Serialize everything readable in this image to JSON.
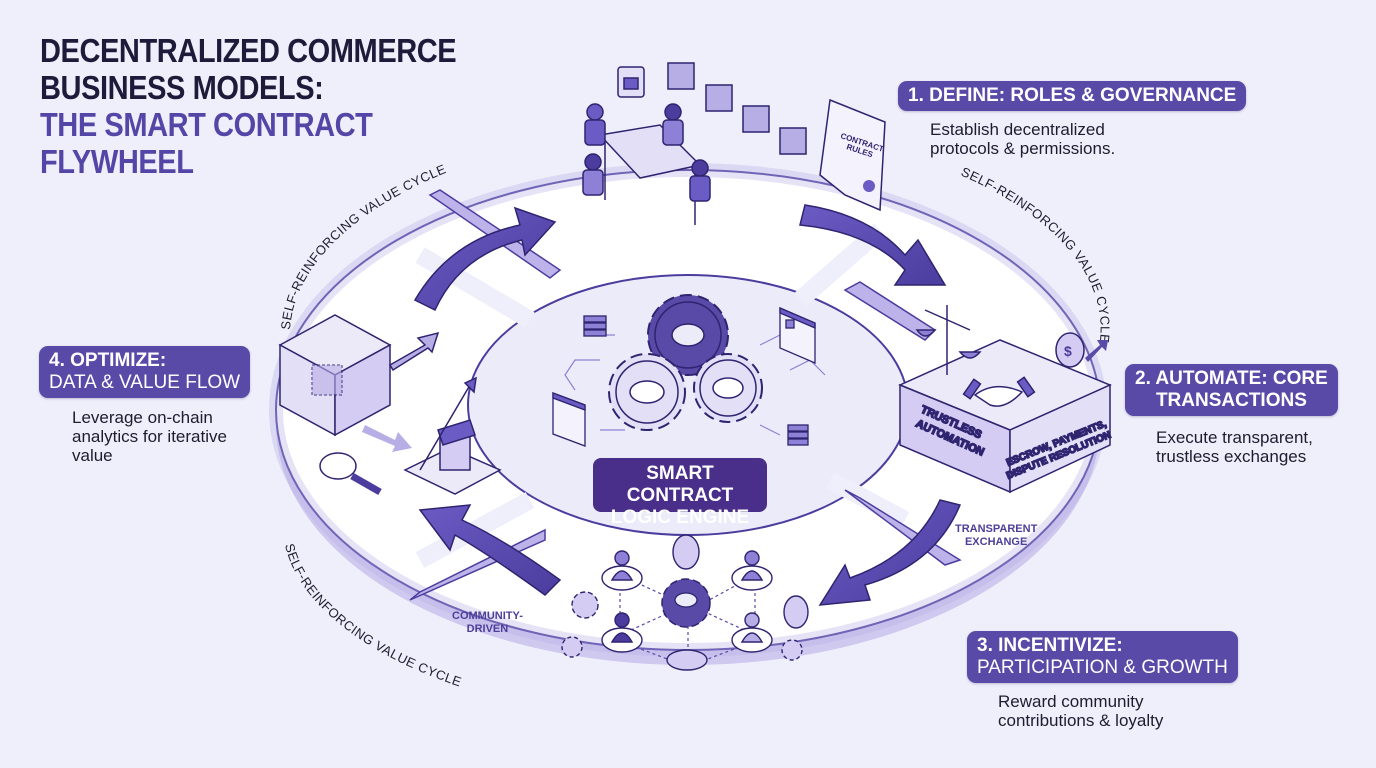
{
  "title": {
    "line1": "DECENTRALIZED COMMERCE",
    "line2": "BUSINESS MODELS:",
    "line3": "THE SMART CONTRACT",
    "line4": "FLYWHEEL"
  },
  "colors": {
    "background": "#efeefb",
    "accent": "#5a4aa8",
    "center_badge": "#4a2f8a",
    "title_dark": "#1d1b3a",
    "title_accent": "#5446a6"
  },
  "center": {
    "label_line1": "SMART CONTRACT",
    "label_line2": "LOGIC ENGINE"
  },
  "ring_text": {
    "top_left": "SELF-REINFORCING VALUE CYCLE",
    "top_right": "SELF-REINFORCING VALUE CYCLE",
    "bottom_left": "SELF-REINFORCING VALUE CYCLE"
  },
  "stages": [
    {
      "heading": "1. DEFINE: ROLES & GOVERNANCE",
      "subheading": "",
      "description_line1": "Establish decentralized",
      "description_line2": "protocols & permissions.",
      "description_line3": ""
    },
    {
      "heading": "2. AUTOMATE: CORE",
      "subheading": "TRANSACTIONS",
      "description_line1": "Execute transparent,",
      "description_line2": "trustless exchanges",
      "description_line3": ""
    },
    {
      "heading": "3. INCENTIVIZE:",
      "subheading": "PARTICIPATION & GROWTH",
      "description_line1": "Reward community",
      "description_line2": "contributions & loyalty",
      "description_line3": ""
    },
    {
      "heading": "4. OPTIMIZE:",
      "subheading": "DATA & VALUE FLOW",
      "description_line1": "Leverage on-chain",
      "description_line2": "analytics for iterative",
      "description_line3": "value"
    }
  ],
  "illustration_labels": {
    "contract_doc_line1": "CONTRACT",
    "contract_doc_line2": "RULES",
    "box_left_line1": "TRUSTLESS",
    "box_left_line2": "AUTOMATION",
    "box_right_line1": "ESCROW, PAYMENTS,",
    "box_right_line2": "DISPUTE RESOLUTION",
    "transparent_line1": "TRANSPARENT",
    "transparent_line2": "EXCHANGE",
    "community_line1": "COMMUNITY-",
    "community_line2": "DRIVEN"
  }
}
